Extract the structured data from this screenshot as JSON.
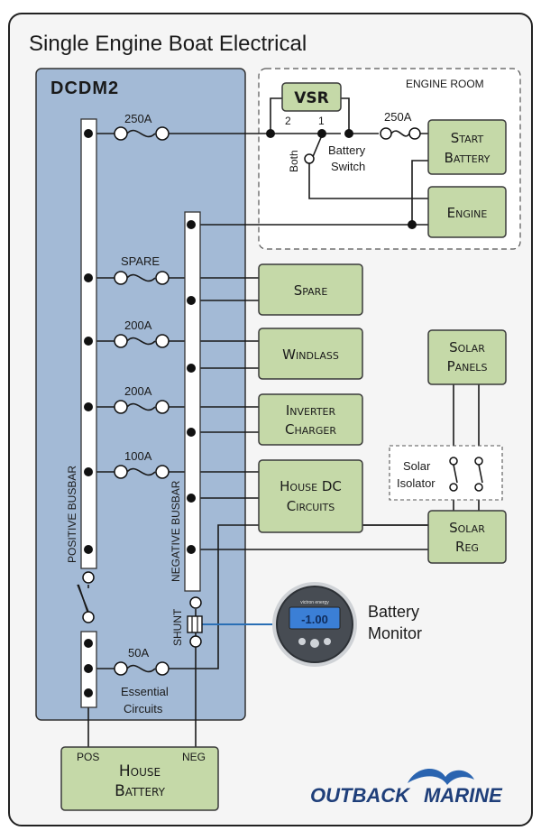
{
  "title": "Single Engine Boat Electrical",
  "panel_label": "DCDM2",
  "engine_room_label": "ENGINE ROOM",
  "components": {
    "vsr": "VSR",
    "start_battery": [
      "Start",
      "Battery"
    ],
    "engine": "Engine",
    "spare": "Spare",
    "windlass": "Windlass",
    "inverter_charger": [
      "Inverter",
      "Charger"
    ],
    "house_dc_circuits": [
      "House DC",
      "Circuits"
    ],
    "solar_panels": [
      "Solar",
      "Panels"
    ],
    "solar_reg": [
      "Solar",
      "Reg"
    ],
    "house_battery": [
      "House",
      "Battery"
    ]
  },
  "switch": {
    "label_line1": "Battery",
    "label_line2": "Switch",
    "pos1": "1",
    "pos2": "2",
    "both": "Both"
  },
  "fuses": {
    "engine_room": "250A",
    "f1": "250A",
    "f2": "SPARE",
    "f3": "200A",
    "f4": "200A",
    "f5": "100A",
    "f6": "50A"
  },
  "essential_line1": "Essential",
  "essential_line2": "Circuits",
  "solar_isolator_line1": "Solar",
  "solar_isolator_line2": "Isolator",
  "positive_busbar": "POSITIVE BUSBAR",
  "negative_busbar": "NEGATIVE BUSBAR",
  "shunt": "SHUNT",
  "pos": "POS",
  "neg": "NEG",
  "battery_monitor_line1": "Battery",
  "battery_monitor_line2": "Monitor",
  "monitor_screen": "-1.00",
  "monitor_brand": "victron energy",
  "logo_part1": "OUTBACK",
  "logo_part2": "MARINE",
  "colors": {
    "panel": "#a3bad6",
    "component": "#c5d9a8",
    "monitor_screen": "#3b7fd6",
    "logo": "#1f3f7a"
  }
}
